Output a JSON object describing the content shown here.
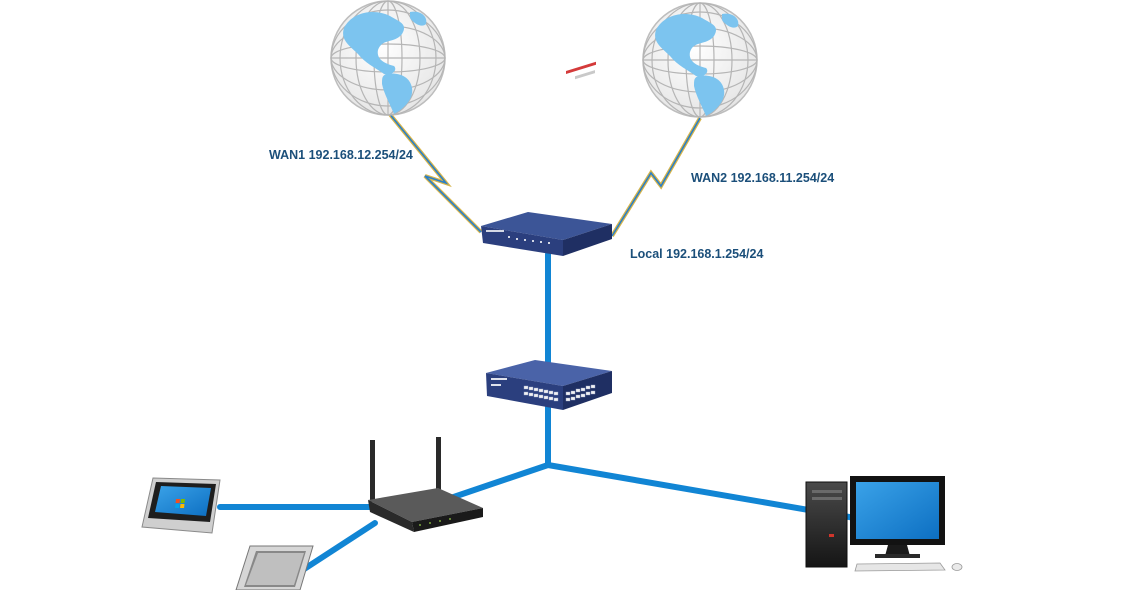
{
  "labels": {
    "wan1": "WAN1 192.168.12.254/24",
    "wan2": "WAN2 192.168.11.254/24",
    "local": "Local 192.168.1.254/24"
  },
  "colors": {
    "link": "#1185d4",
    "label": "#1b4f7a",
    "device_blue": "#2b3f7e",
    "globe_land": "#7cc4ef",
    "wan_line": "#d6b44a",
    "wan_bolt": "#2a7fc8"
  },
  "devices": {
    "globe_1": "globe-icon",
    "globe_2": "globe-icon",
    "router": "load-balancing-router-icon",
    "switch": "network-switch-icon",
    "wireless_router": "wireless-router-icon",
    "tablet": "tablet-icon",
    "laptop": "laptop-icon",
    "desktop": "desktop-computer-icon"
  }
}
